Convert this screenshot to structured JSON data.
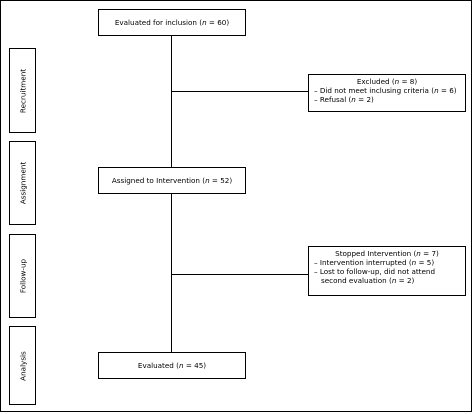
{
  "stages": {
    "recruitment": "Recruitment",
    "assignment": "Assignment",
    "followup": "Follow-up",
    "analysis": "Analysis"
  },
  "main": {
    "evaluated_inclusion": {
      "text": "Evaluated for inclusion (",
      "var": "n",
      "value": " = 60)"
    },
    "assigned": {
      "text": "Assigned to Intervention (",
      "var": "n",
      "value": " = 52)"
    },
    "evaluated": {
      "text": "Evaluated (",
      "var": "n",
      "value": " = 45)"
    }
  },
  "excluded": {
    "title": "Excluded (",
    "title_var": "n",
    "title_value": " = 8)",
    "item1": "– Did not meet inclusing criteria (",
    "item1_var": "n",
    "item1_value": " = 6)",
    "item2": "– Refusal (",
    "item2_var": "n",
    "item2_value": " = 2)"
  },
  "stopped": {
    "title": "Stopped Intervention (",
    "title_var": "n",
    "title_value": " = 7)",
    "item1": "– Intervention interrupted (",
    "item1_var": "n",
    "item1_value": " = 5)",
    "item2a": "– Lost to follow-up, did not attend",
    "item2b": "second evaluation (",
    "item2b_var": "n",
    "item2b_value": " = 2)"
  }
}
